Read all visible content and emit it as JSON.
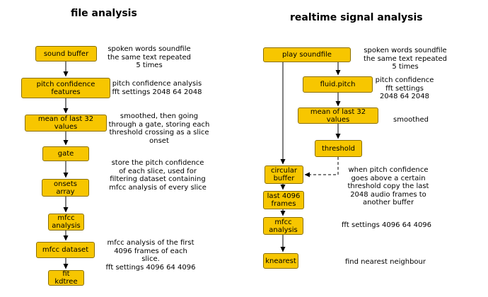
{
  "colors": {
    "node_fill": "#f7c600",
    "node_border": "#8a6f00",
    "edge": "#000000"
  },
  "file_analysis": {
    "title": "file analysis",
    "nodes": {
      "sound_buffer": "sound buffer",
      "pitch_confidence_features": "pitch confidence features",
      "mean_of_last_32_values": "mean of last 32 values",
      "gate": "gate",
      "onsets_array": "onsets array",
      "mfcc_analysis": "mfcc\nanalysis",
      "mfcc_dataset": "mfcc dataset",
      "fit_kdtree": "fit kdtree"
    },
    "notes": {
      "sound_buffer": "spoken words soundfile\nthe same text repeated\n5 times",
      "pitch_confidence_features": "pitch confidence analysis\nfft settings 2048 64 2048",
      "mean_of_last_32_values": "smoothed, then going\nthrough a gate, storing each\nthreshold crossing as a slice\nonset",
      "onsets_array": "store the pitch confidence\nof each slice, used for\nfiltering dataset  containing\nmfcc analysis of every slice",
      "mfcc_dataset": "mfcc analysis of the first\n4096 frames of each slice.\nfft settings 4096 64 4096"
    }
  },
  "realtime_signal_analysis": {
    "title": "realtime signal analysis",
    "nodes": {
      "play_soundfile": "play soundfile",
      "fluid_pitch": "fluid.pitch",
      "mean_of_last_32_values": "mean of last 32 values",
      "threshold": "threshold",
      "circular_buffer": "circular\nbuffer",
      "last_4096_frames": "last 4096\nframes",
      "mfcc_analysis": "mfcc\nanalysis",
      "knearest": "knearest"
    },
    "notes": {
      "play_soundfile": "spoken words soundfile\nthe same text repeated\n5 times",
      "fluid_pitch": "pitch confidence\nfft settings\n2048 64 2048",
      "mean_of_last_32_values": "smoothed",
      "circular_buffer": "when pitch confidence\ngoes above a certain\nthreshold copy the last\n2048 audio frames to\nanother buffer",
      "mfcc_analysis": "fft settings 4096 64 4096",
      "knearest": "find nearest neighbour"
    }
  }
}
